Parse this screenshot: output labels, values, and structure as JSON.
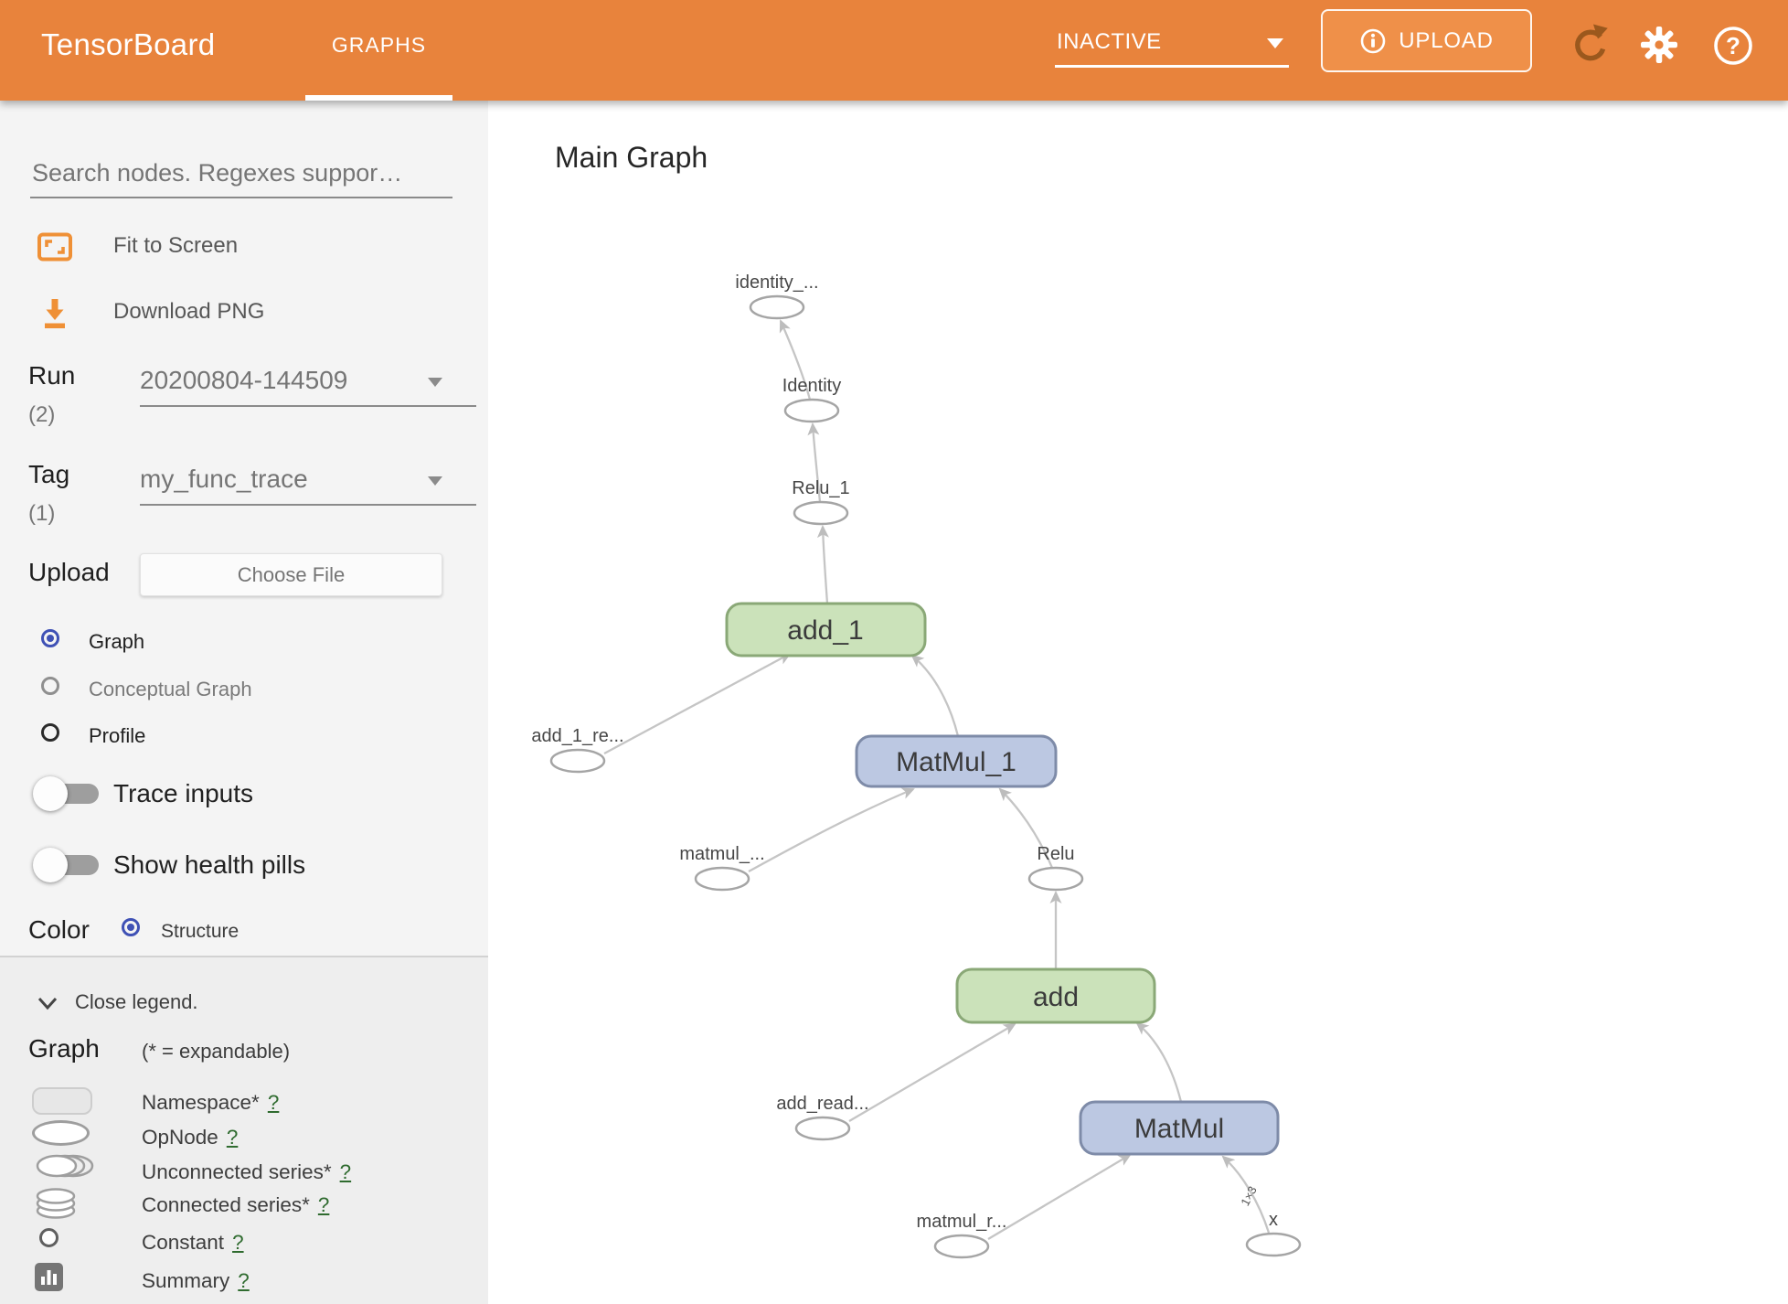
{
  "header": {
    "brand": "TensorBoard",
    "tab": "GRAPHS",
    "status": "INACTIVE",
    "upload_label": "UPLOAD"
  },
  "sidebar": {
    "search_placeholder": "Search nodes. Regexes suppor…",
    "fit_to_screen": "Fit to Screen",
    "download_png": "Download PNG",
    "run": {
      "label": "Run",
      "count": "(2)",
      "value": "20200804-144509"
    },
    "tag": {
      "label": "Tag",
      "count": "(1)",
      "value": "my_func_trace"
    },
    "upload": {
      "label": "Upload",
      "button": "Choose File"
    },
    "graph_types": [
      {
        "label": "Graph",
        "selected": true
      },
      {
        "label": "Conceptual Graph",
        "selected": false
      },
      {
        "label": "Profile",
        "selected": false
      }
    ],
    "toggles": [
      {
        "label": "Trace inputs",
        "on": false
      },
      {
        "label": "Show health pills",
        "on": false
      }
    ],
    "color": {
      "label": "Color",
      "option": "Structure"
    }
  },
  "legend": {
    "close": "Close legend.",
    "heading": "Graph",
    "note": "(* = expandable)",
    "items": [
      {
        "label": "Namespace*",
        "help": "?",
        "swatch": "namespace"
      },
      {
        "label": "OpNode",
        "help": "?",
        "swatch": "opnode"
      },
      {
        "label": "Unconnected series*",
        "help": "?",
        "swatch": "unconnected-series"
      },
      {
        "label": "Connected series*",
        "help": "?",
        "swatch": "connected-series"
      },
      {
        "label": "Constant",
        "help": "?",
        "swatch": "constant"
      },
      {
        "label": "Summary",
        "help": "?",
        "swatch": "summary"
      }
    ]
  },
  "graph": {
    "title": "Main Graph",
    "box_nodes": [
      "add_1",
      "MatMul_1",
      "add",
      "MatMul"
    ],
    "op_nodes": [
      "identity_...",
      "Identity",
      "Relu_1",
      "add_1_re...",
      "matmul_...",
      "Relu",
      "add_read...",
      "matmul_r...",
      "x"
    ],
    "edge_label": "1×3"
  },
  "colors": {
    "header_orange": "#e8833c",
    "icon_orange": "#ef9036",
    "radio_selected": "#3f51b5",
    "node_green_fill": "#cbe2ba",
    "node_green_stroke": "#8aa877",
    "node_blue_fill": "#bcc8e2",
    "node_blue_stroke": "#7e8ba8",
    "help_link_green": "#2f6b2f"
  }
}
